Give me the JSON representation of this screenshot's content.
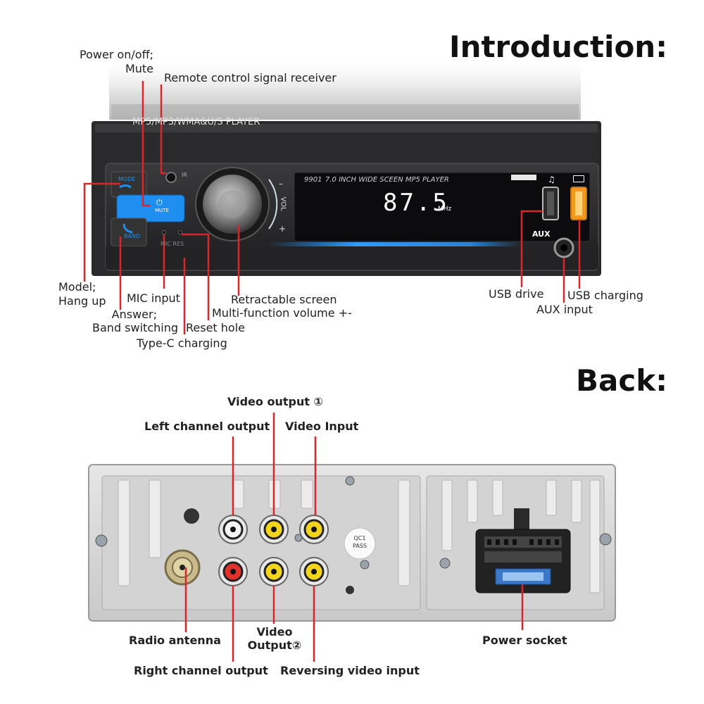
{
  "titles": {
    "intro": "Introduction:",
    "back": "Back:"
  },
  "device": {
    "player_text": "MP5/MP3/WMA&U/S  PLAYER",
    "screen_model": "9901",
    "screen_desc": "7.0 INCH WIDE SCEEN MP5 PLAYER",
    "frequency": "87.5",
    "freq_unit": "MHz",
    "vol_label": "VOL",
    "vol_minus": "–",
    "vol_plus": "+",
    "mode_btn": "MODE",
    "mute_btn": "MUTE",
    "band_btn": "BAND",
    "ir_label": "IR",
    "mic_res": "MIC RES",
    "aux_label": "AUX"
  },
  "back_device": {
    "qc_line1": "QC1",
    "qc_line2": "PASS"
  },
  "labels": {
    "power": "Power on/off;",
    "mute": "Mute",
    "remote": "Remote control signal receiver",
    "model": "Model;",
    "hangup": "Hang up",
    "mic": "MIC input",
    "answer": "Answer;",
    "band_switch": "Band switching",
    "reset": "Reset hole",
    "typec": "Type-C charging",
    "retract": "Retractable screen",
    "multi_vol": "Multi-function volume +-",
    "usb_drive": "USB drive",
    "usb_charging": "USB charging",
    "aux_input": "AUX input",
    "video_out1": "Video output ①",
    "left_ch": "Left channel output",
    "video_in": "Video Input",
    "radio_ant": "Radio antenna",
    "video_out2_a": "Video",
    "video_out2_b": "Output②",
    "right_ch": "Right channel output",
    "reversing": "Reversing video input",
    "power_socket": "Power socket"
  },
  "colors": {
    "callout": "#d8262b",
    "accent_blue": "#1e8ff0",
    "usb_orange": "#f29a1c"
  }
}
